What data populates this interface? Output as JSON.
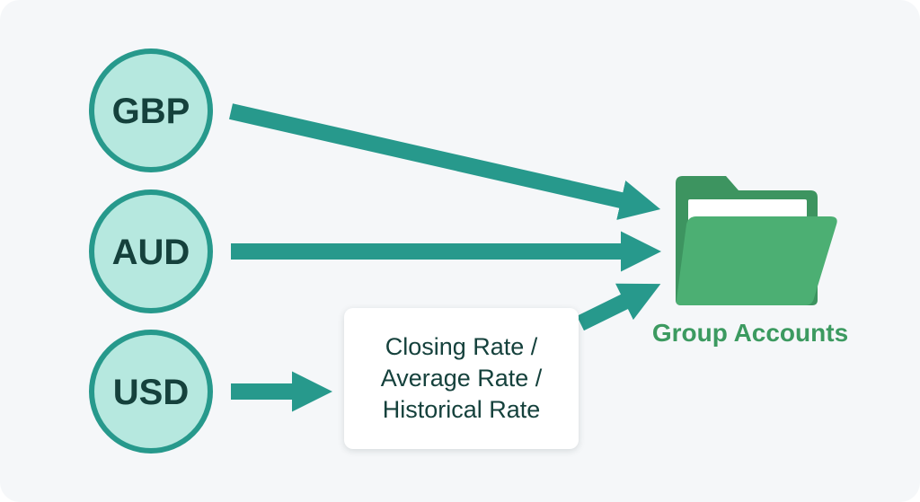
{
  "currencies": [
    {
      "code": "GBP"
    },
    {
      "code": "AUD"
    },
    {
      "code": "USD"
    }
  ],
  "rate_box": {
    "lines": [
      "Closing Rate /",
      "Average Rate /",
      "Historical Rate"
    ]
  },
  "destination": {
    "label": "Group Accounts",
    "icon": "folder-open-icon"
  },
  "colors": {
    "arrow": "#27998c",
    "node_fill": "#b6e8df",
    "node_stroke": "#27998c",
    "node_text": "#15413c",
    "folder_back": "#3d9460",
    "folder_front": "#4caf73",
    "label": "#3c9a60",
    "background": "#f5f7f9"
  }
}
